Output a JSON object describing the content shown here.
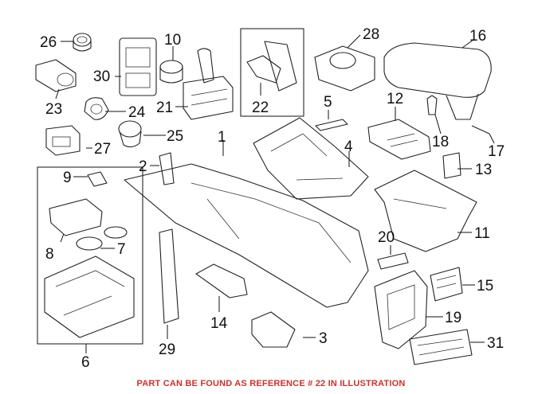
{
  "callouts": [
    "26",
    "10",
    "28",
    "16",
    "30",
    "23",
    "24",
    "21",
    "22",
    "5",
    "12",
    "18",
    "17",
    "27",
    "25",
    "1",
    "4",
    "2",
    "13",
    "9",
    "11",
    "20",
    "8",
    "7",
    "15",
    "14",
    "19",
    "3",
    "31",
    "6",
    "29"
  ],
  "footer_note": "PART CAN BE FOUND AS REFERENCE # 22 IN ILLUSTRATION",
  "colors": {
    "footer": "#d0302a",
    "lines": "#222222"
  }
}
